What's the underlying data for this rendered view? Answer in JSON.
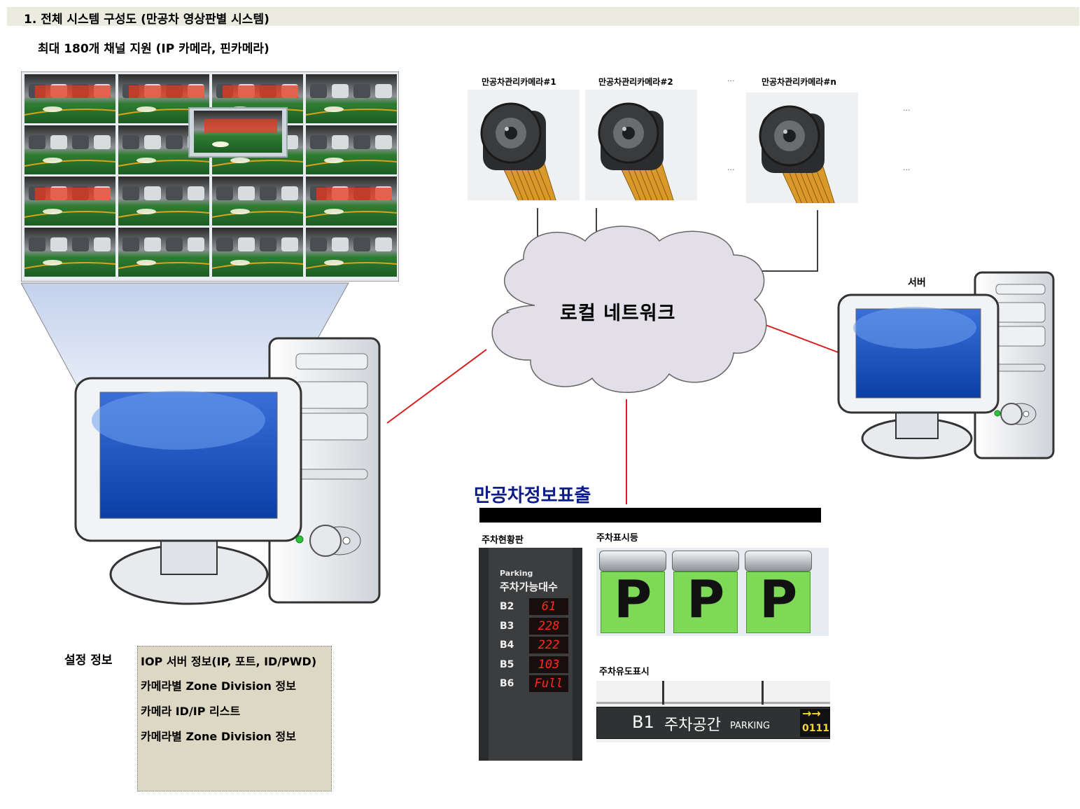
{
  "header": {
    "title": "1. 전체 시스템 구성도 (만공차 영상판별 시스템)"
  },
  "subtitle": "최대 180개 채널 지원 (IP 카메라, 핀카메라)",
  "cameras": [
    {
      "label": "만공차관리카메라#1"
    },
    {
      "label": "만공차관리카메라#2"
    },
    {
      "label": "만공차관리카메라#n"
    }
  ],
  "ellipsis": "...",
  "network": {
    "label": "로컬 네트워크"
  },
  "server": {
    "label": "서버"
  },
  "display": {
    "title": "만공차정보표출",
    "status_board": {
      "label": "주차현황판",
      "header_en": "Parking",
      "header_ko": "주차가능대수",
      "rows": [
        {
          "floor": "B2",
          "value": "61"
        },
        {
          "floor": "B3",
          "value": "228"
        },
        {
          "floor": "B4",
          "value": "222"
        },
        {
          "floor": "B5",
          "value": "103"
        },
        {
          "floor": "B6",
          "value": "Full"
        }
      ]
    },
    "indicator": {
      "label": "주차표시등",
      "letter": "P"
    },
    "guide": {
      "label": "주차유도표시",
      "floor": "B1",
      "text": "주차공간",
      "text_en": "PARKING",
      "count": "0111"
    }
  },
  "settings": {
    "label": "설정 정보",
    "items": [
      "IOP 서버 정보(IP, 포트, ID/PWD)",
      "카메라별 Zone Division 정보",
      "카메라 ID/IP 리스트",
      "카메라별 Zone Division 정보"
    ]
  },
  "colors": {
    "header_bg": "#ecebe0",
    "settings_bg": "#ddd8c4",
    "title_blue": "#0c1c8a",
    "link_red": "#d81e1e",
    "cloud": "#e3dfe8",
    "led_red": "#ff2a1a",
    "sign_green": "#7ed957"
  }
}
